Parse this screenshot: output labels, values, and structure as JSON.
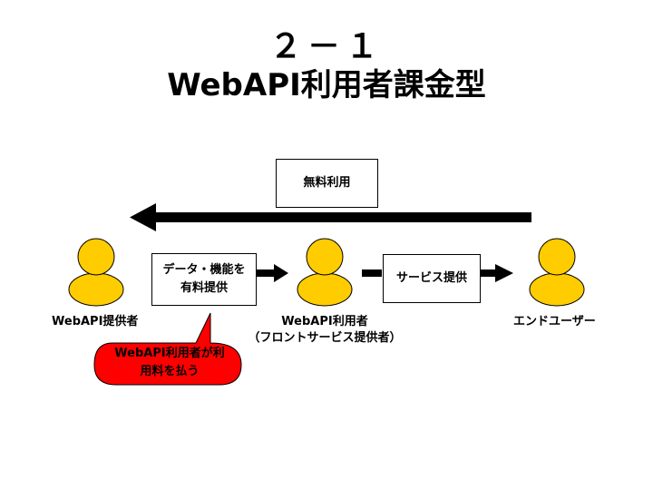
{
  "title": {
    "line1": "２－１",
    "line2": "WebAPI利用者課金型"
  },
  "boxes": {
    "free_use": "無料利用",
    "data_function_line1": "データ・機能を",
    "data_function_line2": "有料提供",
    "service_provision": "サービス提供"
  },
  "actors": {
    "provider": "WebAPI提供者",
    "user_line1": "WebAPI利用者",
    "user_line2": "（フロントサービス提供者）",
    "end_user": "エンドユーザー"
  },
  "callout": {
    "line1": "WebAPI利用者が利",
    "line2": "用料を払う"
  },
  "colors": {
    "person": "#ffcc00",
    "callout": "#ff0000"
  }
}
